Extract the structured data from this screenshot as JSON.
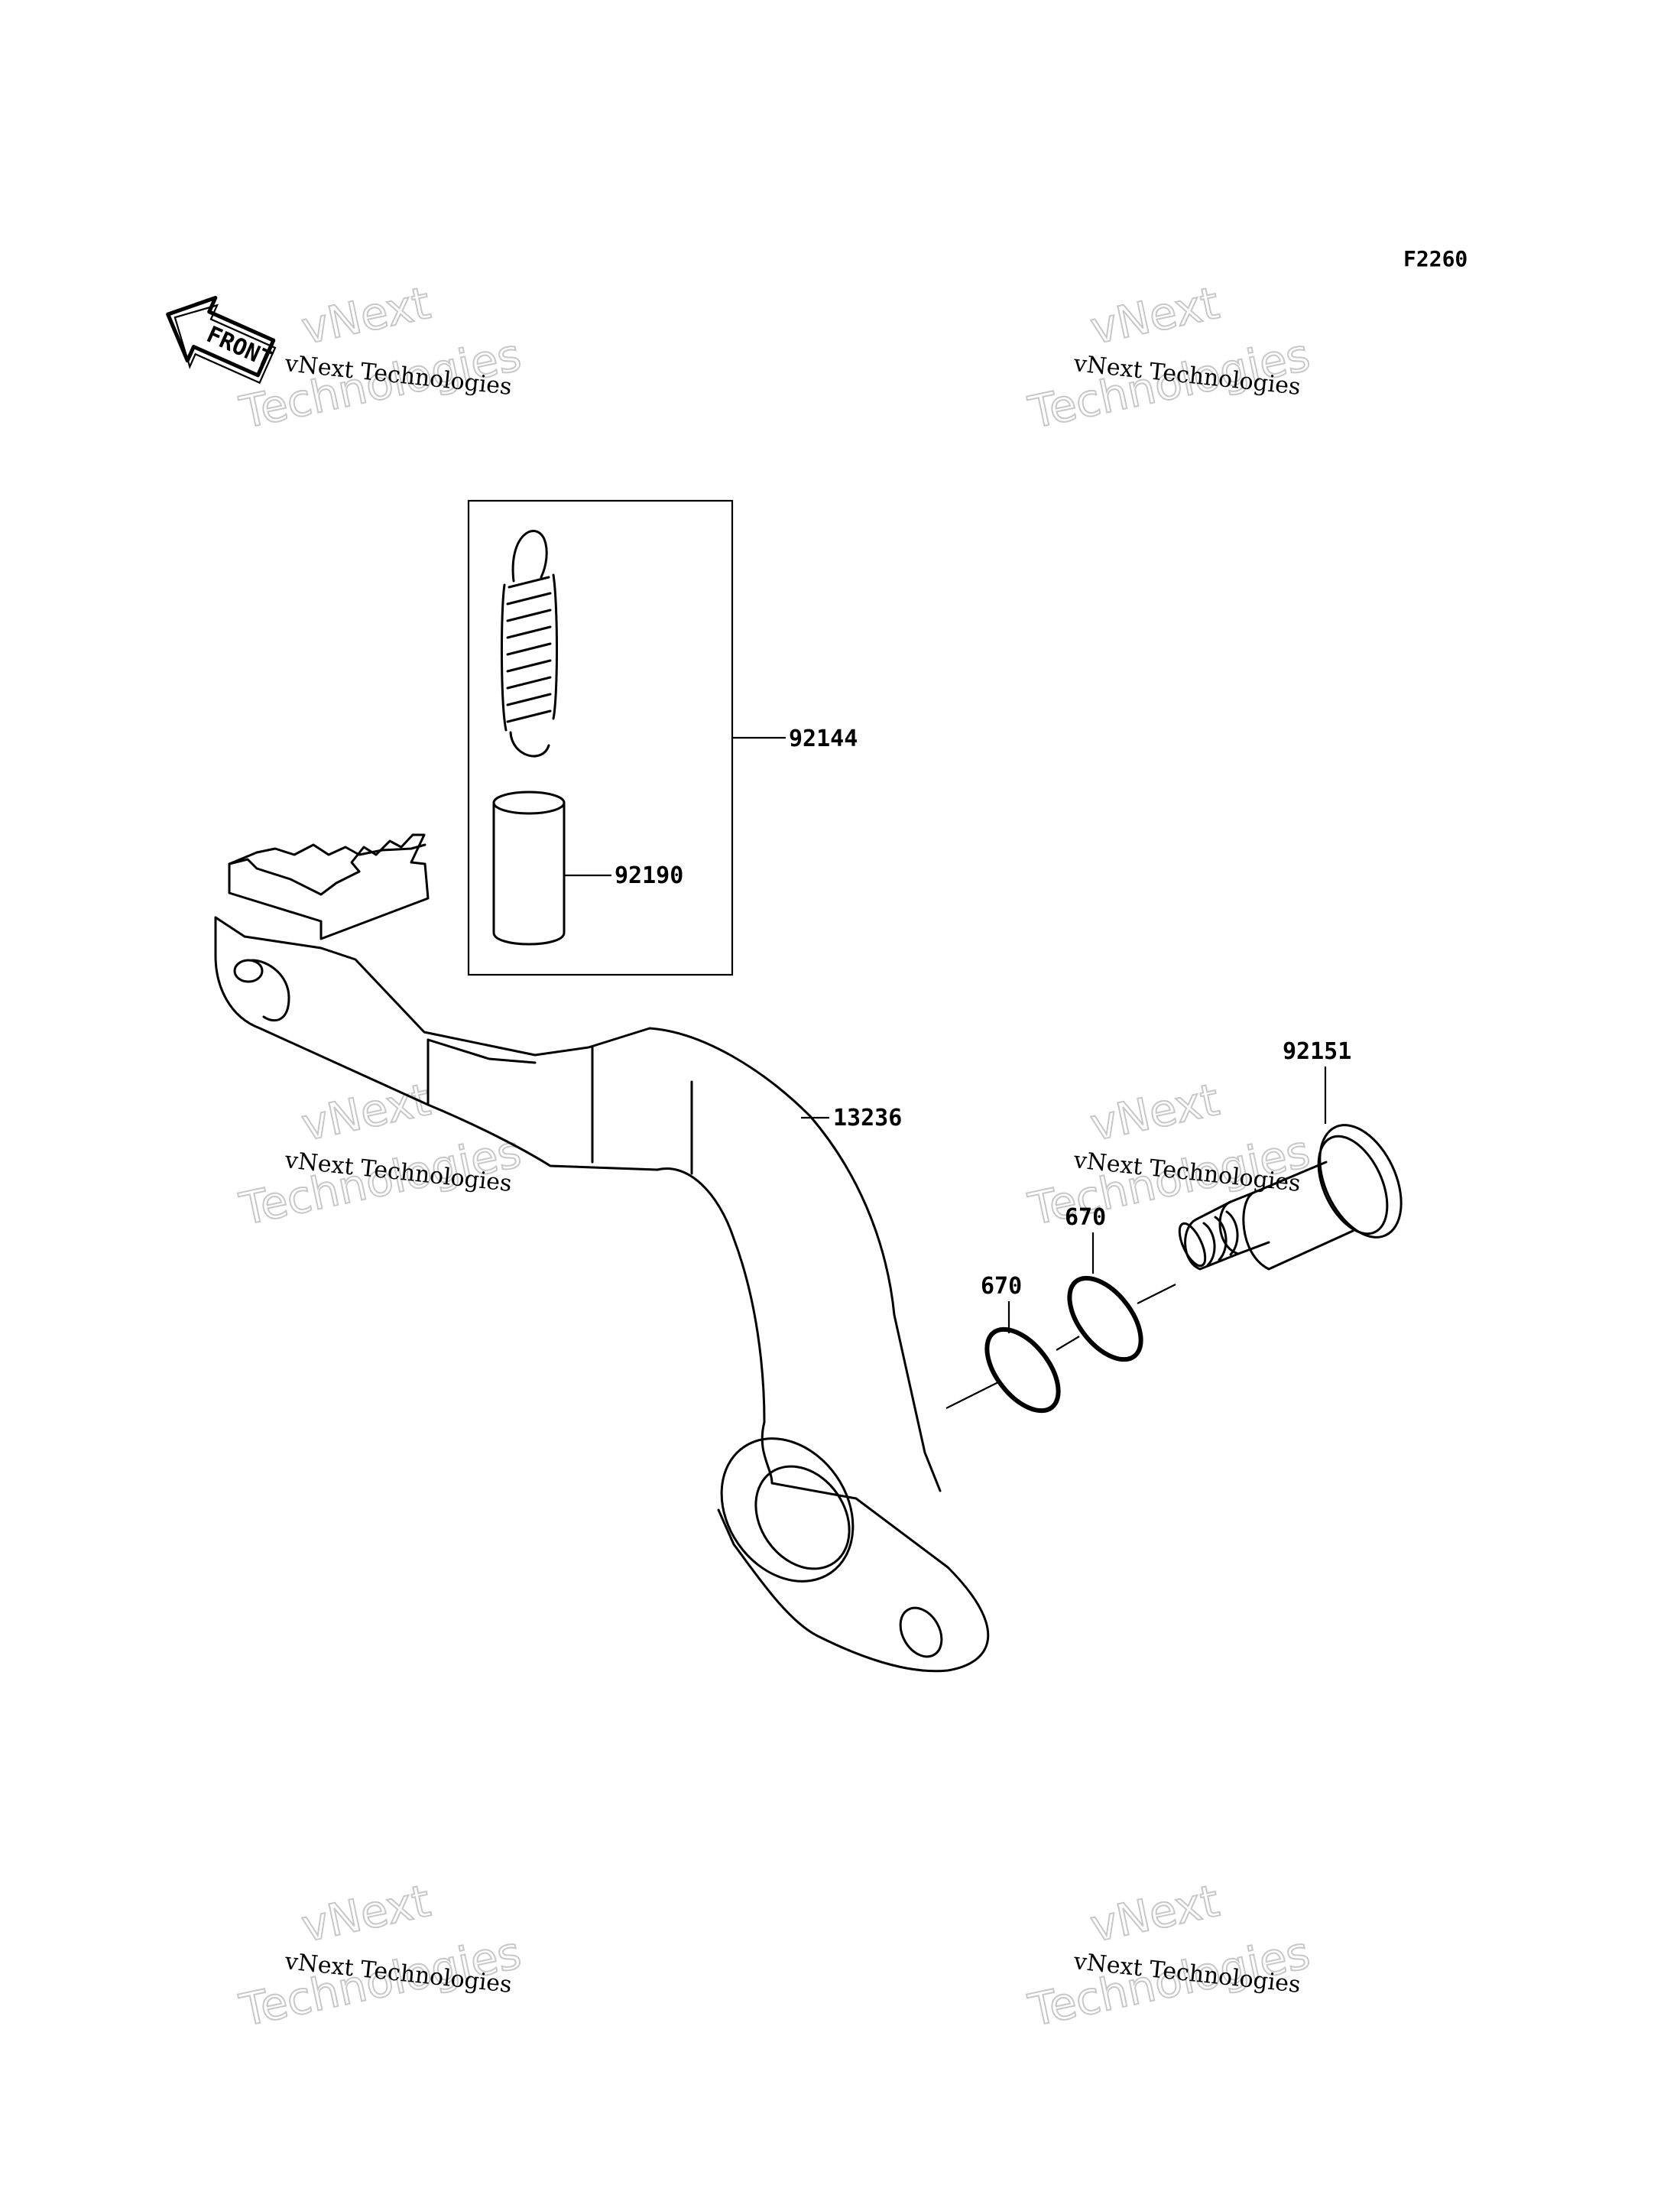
{
  "figure": {
    "code": "F2260",
    "front_label": "FRONT"
  },
  "parts": [
    {
      "number": "92144",
      "key": "spring_kit"
    },
    {
      "number": "92190",
      "key": "collar"
    },
    {
      "number": "13236",
      "key": "brake_pedal"
    },
    {
      "number": "92151",
      "key": "pivot_bolt"
    },
    {
      "number": "670",
      "key": "o_ring_left"
    },
    {
      "number": "670",
      "key": "o_ring_right"
    }
  ],
  "watermarks": [
    {
      "small": "vNext Technologies",
      "big_line1": "vNext",
      "big_line2": "Technologies"
    },
    {
      "small": "vNext Technologies",
      "big_line1": "vNext",
      "big_line2": "Technologies"
    },
    {
      "small": "vNext Technologies",
      "big_line1": "vNext",
      "big_line2": "Technologies"
    },
    {
      "small": "vNext Technologies",
      "big_line1": "vNext",
      "big_line2": "Technologies"
    },
    {
      "small": "vNext Technologies",
      "big_line1": "vNext",
      "big_line2": "Technologies"
    },
    {
      "small": "vNext Technologies",
      "big_line1": "vNext",
      "big_line2": "Technologies"
    }
  ]
}
